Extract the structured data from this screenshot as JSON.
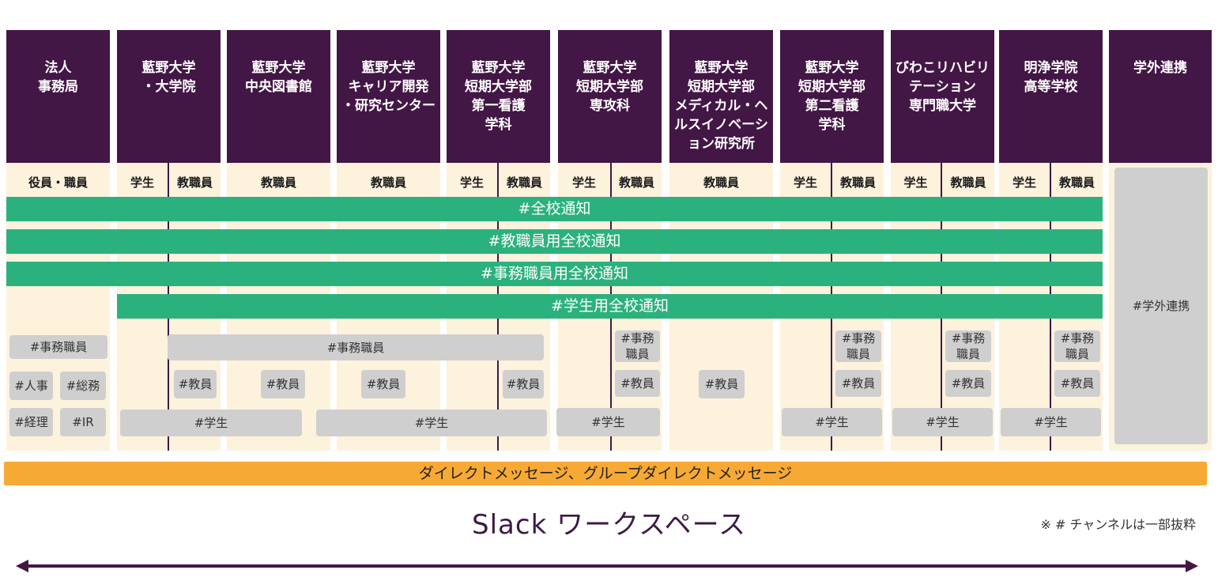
{
  "colors": {
    "header_bg": "#431745",
    "panel_bg": "#fdf2dc",
    "channel_bar": "#2bb17d",
    "chip_bg": "#cfcfcf",
    "dm_bar": "#f7a935"
  },
  "columns": [
    {
      "title": "法人\n事務局",
      "subs": [
        "役員・職員"
      ]
    },
    {
      "title": "藍野大学\n・大学院",
      "subs": [
        "学生",
        "教職員"
      ]
    },
    {
      "title": "藍野大学\n中央図書館",
      "subs": [
        "教職員"
      ]
    },
    {
      "title": "藍野大学\nキャリア開発\n・研究センター",
      "subs": [
        "教職員"
      ]
    },
    {
      "title": "藍野大学\n短期大学部\n第一看護\n学科",
      "subs": [
        "学生",
        "教職員"
      ]
    },
    {
      "title": "藍野大学\n短期大学部\n専攻科",
      "subs": [
        "学生",
        "教職員"
      ]
    },
    {
      "title": "藍野大学\n短期大学部\nメディカル・ヘ\nルスイノベーシ\nョン研究所",
      "subs": [
        "教職員"
      ]
    },
    {
      "title": "藍野大学\n短期大学部\n第二看護\n学科",
      "subs": [
        "学生",
        "教職員"
      ]
    },
    {
      "title": "びわこリハビリ\nテーション\n専門職大学",
      "subs": [
        "学生",
        "教職員"
      ]
    },
    {
      "title": "明浄学院\n高等学校",
      "subs": [
        "学生",
        "教職員"
      ]
    },
    {
      "title": "学外連携",
      "subs": []
    }
  ],
  "channel_bars": [
    {
      "label": "#全校通知"
    },
    {
      "label": "#教職員用全校通知"
    },
    {
      "label": "#事務職員用全校通知"
    },
    {
      "label": "#学生用全校通知"
    }
  ],
  "chips": {
    "hojin_jimu": "#事務職員",
    "hojin_jinji": "#人事",
    "hojin_somu": "#総務",
    "hojin_keiri": "#経理",
    "hojin_ir": "#IR",
    "shared_jimu": "#事務職員",
    "univ_kyoin": "#教員",
    "lib_kyoin": "#教員",
    "career_kyoin": "#教員",
    "tanki1_kyoin": "#教員",
    "senko_jimu": "#事務\n職員",
    "senko_kyoin": "#教員",
    "medical_kyoin": "#教員",
    "tanki2_jimu": "#事務\n職員",
    "tanki2_kyoin": "#教員",
    "biwako_jimu": "#事務\n職員",
    "biwako_kyoin": "#教員",
    "meijo_jimu": "#事務\n職員",
    "meijo_kyoin": "#教員",
    "univ_gakusei": "#学生",
    "tanki1_gakusei": "#学生",
    "senko_gakusei": "#学生",
    "tanki2_gakusei": "#学生",
    "biwako_gakusei": "#学生",
    "meijo_gakusei": "#学生",
    "external": "#学外連携"
  },
  "dm_bar": "ダイレクトメッセージ、グループダイレクトメッセージ",
  "workspace_label": "Slack ワークスペース",
  "note": "※ # チャンネルは一部抜粋"
}
